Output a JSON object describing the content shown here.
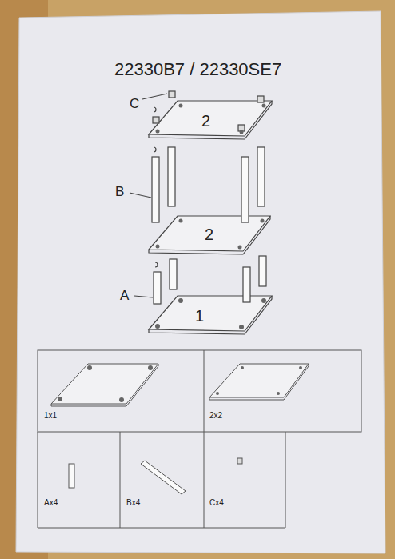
{
  "diagram": {
    "title": "22330B7 / 22330SE7",
    "labels": [
      "C",
      "2",
      "B",
      "2",
      "A",
      "1",
      "1x1",
      "2x2",
      "Ax4",
      "Bx4",
      "Cx4"
    ]
  }
}
